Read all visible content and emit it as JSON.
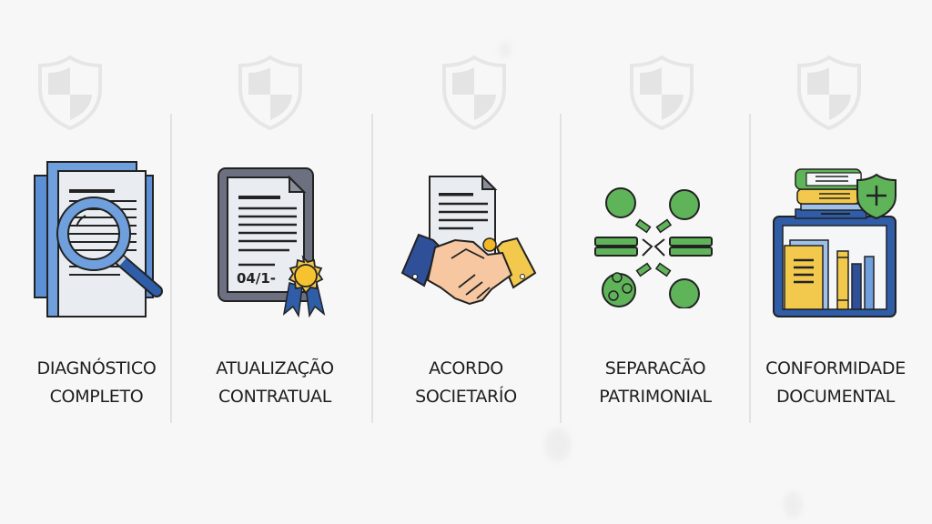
{
  "panels": [
    {
      "id": "diagnostico",
      "icon": "document-magnifier-icon",
      "label_line1": "DIAGNÓSTICO",
      "label_line2": "COMPLETO"
    },
    {
      "id": "atualizacao",
      "icon": "certificate-document-icon",
      "label_line1": "ATUALIZAÇÃO",
      "label_line2": "CONTRATUAL",
      "doc_text": "04/1-"
    },
    {
      "id": "acordo",
      "icon": "handshake-contract-icon",
      "label_line1": "ACORDO",
      "label_line2": "SOCIETARÍO"
    },
    {
      "id": "separacao",
      "icon": "separation-cells-icon",
      "label_line1": "SEPARACÃO",
      "label_line2": "PATRIMONIAL"
    },
    {
      "id": "conformidade",
      "icon": "books-shield-shelf-icon",
      "label_line1": "CONFORMIDADE",
      "label_line2": "DOCUMENTAL"
    }
  ],
  "watermark_icon": "shield-icon",
  "colors": {
    "background": "#f7f7f7",
    "blue": "#2f5da8",
    "light_blue": "#6f9fdc",
    "paper": "#e8ecf0",
    "gray_frame": "#6c7080",
    "gold": "#f2c94c",
    "green": "#5fb45a",
    "skin": "#f6c7a0",
    "outline": "#222222"
  }
}
